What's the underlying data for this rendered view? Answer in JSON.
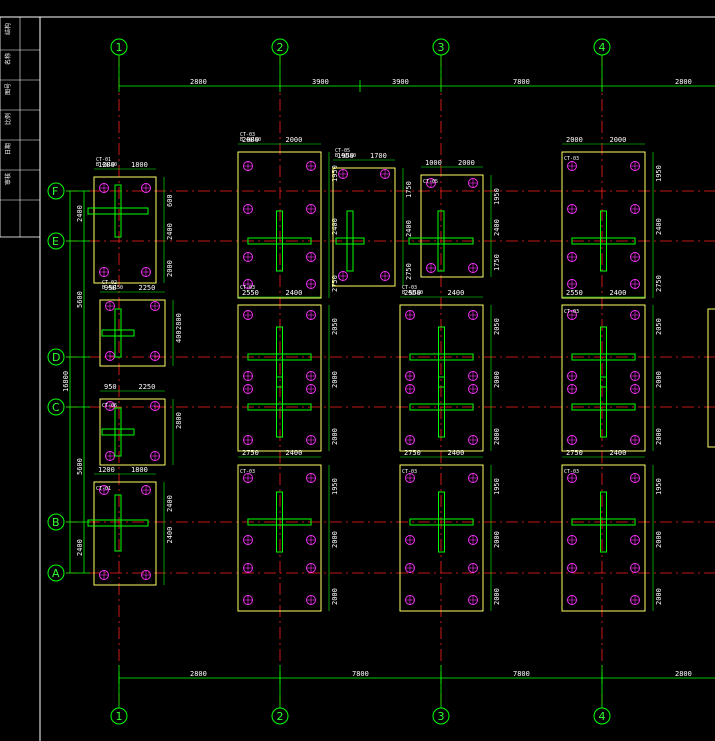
{
  "colors": {
    "background": "#000000",
    "grid_line": "#00ff00",
    "axis_line": "#ff2020",
    "outline": "#ffff66",
    "bolt": "#ff33ff",
    "column": "#00ff00",
    "text": "#ffffff"
  },
  "columns": [
    "1",
    "2",
    "3",
    "4"
  ],
  "rows": [
    "F",
    "E",
    "D",
    "C",
    "B",
    "A"
  ],
  "top_spans": [
    "2800",
    "3900",
    "3900",
    "7800",
    "2800"
  ],
  "bottom_spans": [
    "2800",
    "7800",
    "7800",
    "2800"
  ],
  "left_dims": [
    "5600",
    "16800",
    "5600"
  ],
  "left_sub_dims": [
    "2400",
    "2400"
  ],
  "side_block": [
    "结构",
    "名称",
    "图号",
    "比例",
    "日期",
    "审核"
  ],
  "footings": [
    {
      "tag": "CT-01",
      "spec": "B 4@150",
      "dims": [
        "1200",
        "1800",
        "600",
        "2400",
        "2000"
      ]
    },
    {
      "tag": "CT-02",
      "spec": "B 4@150",
      "dims": [
        "950",
        "2250",
        "2800",
        "400"
      ]
    },
    {
      "tag": "CT-06",
      "spec": "",
      "dims": [
        "950",
        "2250",
        "2800"
      ]
    },
    {
      "tag": "CT-01",
      "spec": "",
      "dims": [
        "1200",
        "1800",
        "2400",
        "2400"
      ]
    },
    {
      "tag": "CT-03",
      "spec": "B 4@150",
      "dims": [
        "2000",
        "2000",
        "1950",
        "2400",
        "2750"
      ]
    },
    {
      "tag": "CT-05",
      "spec": "B 4@150",
      "dims": [
        "1950",
        "1700",
        "1750",
        "2400",
        "2750"
      ]
    },
    {
      "tag": "CT-05",
      "spec": "",
      "dims": [
        "1000",
        "2000",
        "1950",
        "2400",
        "1750"
      ]
    },
    {
      "tag": "CT-03",
      "spec": "",
      "dims": [
        "2000",
        "2000",
        "1950",
        "2400",
        "2750"
      ]
    },
    {
      "tag": "CT-03",
      "spec": "",
      "dims": [
        "2550",
        "2400",
        "2050",
        "2000",
        "2000"
      ]
    },
    {
      "tag": "CT-03",
      "spec": "B 4@150",
      "dims": [
        "2550",
        "2400",
        "2050",
        "2000",
        "2000"
      ]
    },
    {
      "tag": "CT-03",
      "spec": "",
      "dims": [
        "2550",
        "2400",
        "2050",
        "2000",
        "2000"
      ]
    },
    {
      "tag": "CT-03",
      "spec": "",
      "dims": [
        "2750",
        "2400",
        "1950",
        "2000",
        "2000"
      ]
    },
    {
      "tag": "CT-03",
      "spec": "",
      "dims": [
        "2750",
        "2400",
        "1950",
        "2000",
        "2000"
      ]
    },
    {
      "tag": "CT-03",
      "spec": "",
      "dims": [
        "2750",
        "2400",
        "1950",
        "2000",
        "2000"
      ]
    }
  ]
}
